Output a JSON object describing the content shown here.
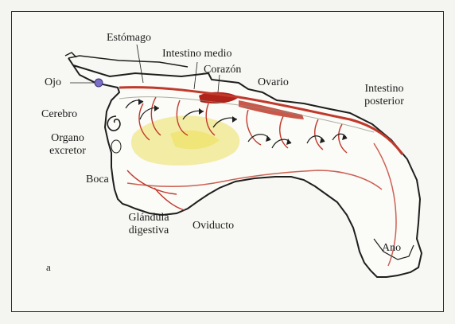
{
  "labels": {
    "estomago": "Estómago",
    "intestino_medio": "Intestino medio",
    "corazon": "Corazón",
    "ovario": "Ovario",
    "intestino_posterior_1": "Intestino",
    "intestino_posterior_2": "posterior",
    "ojo": "Ojo",
    "cerebro": "Cerebro",
    "organo_excretor_1": "Organo",
    "organo_excretor_2": "excretor",
    "boca": "Boca",
    "glandula_digestiva_1": "Glándula",
    "glandula_digestiva_2": "digestiva",
    "oviducto": "Oviducto",
    "ano": "Ano",
    "panel_letter": "a"
  },
  "colors": {
    "outline": "#1e1e1e",
    "vessel": "#c0392b",
    "heart": "#b0221a",
    "gland": "#f2ea9a",
    "eye": "#7a6fc4",
    "gut": "#8a8a7a"
  }
}
